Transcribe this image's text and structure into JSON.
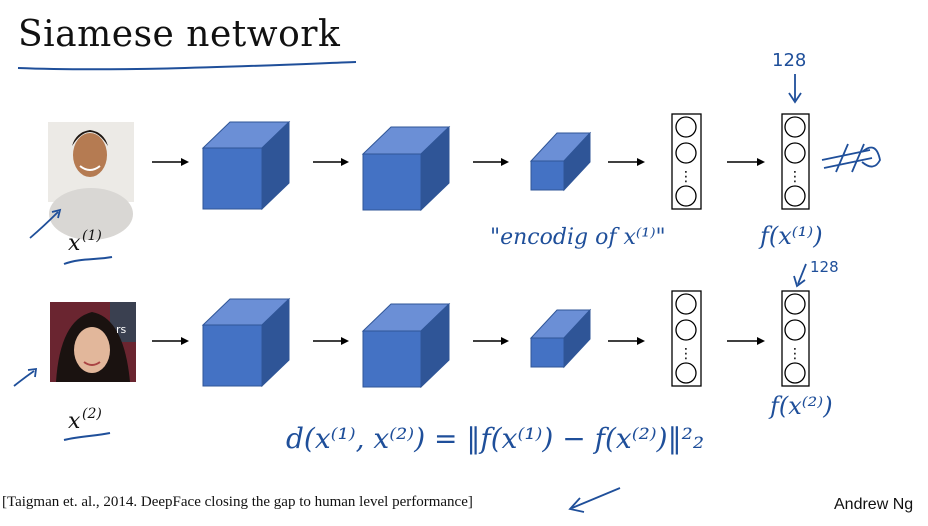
{
  "slide": {
    "title": "Siamese network",
    "citation": "[Taigman et. al., 2014. DeepFace closing the gap to human level performance]",
    "author": "Andrew Ng"
  },
  "inputs": [
    {
      "label_base": "x",
      "label_sup": "(1)"
    },
    {
      "label_base": "x",
      "label_sup": "(2)"
    }
  ],
  "photo_overlay_text": "rs",
  "annotations": {
    "dim_top": "128",
    "dim_bottom": "128",
    "encoding_note": "\"encodig of x⁽¹⁾\"",
    "f_x1": "f(x⁽¹⁾)",
    "f_x2": "f(x⁽²⁾)",
    "distance_formula": "d(x⁽¹⁾, x⁽²⁾) = ‖f(x⁽¹⁾) − f(x⁽²⁾)‖²₂",
    "vector_dots": "⋮"
  },
  "colors": {
    "cube_front": "#4472c4",
    "cube_top": "#6b8fd6",
    "cube_side": "#2f5597",
    "ink": "#1f4f9a",
    "arrow": "#000000"
  }
}
